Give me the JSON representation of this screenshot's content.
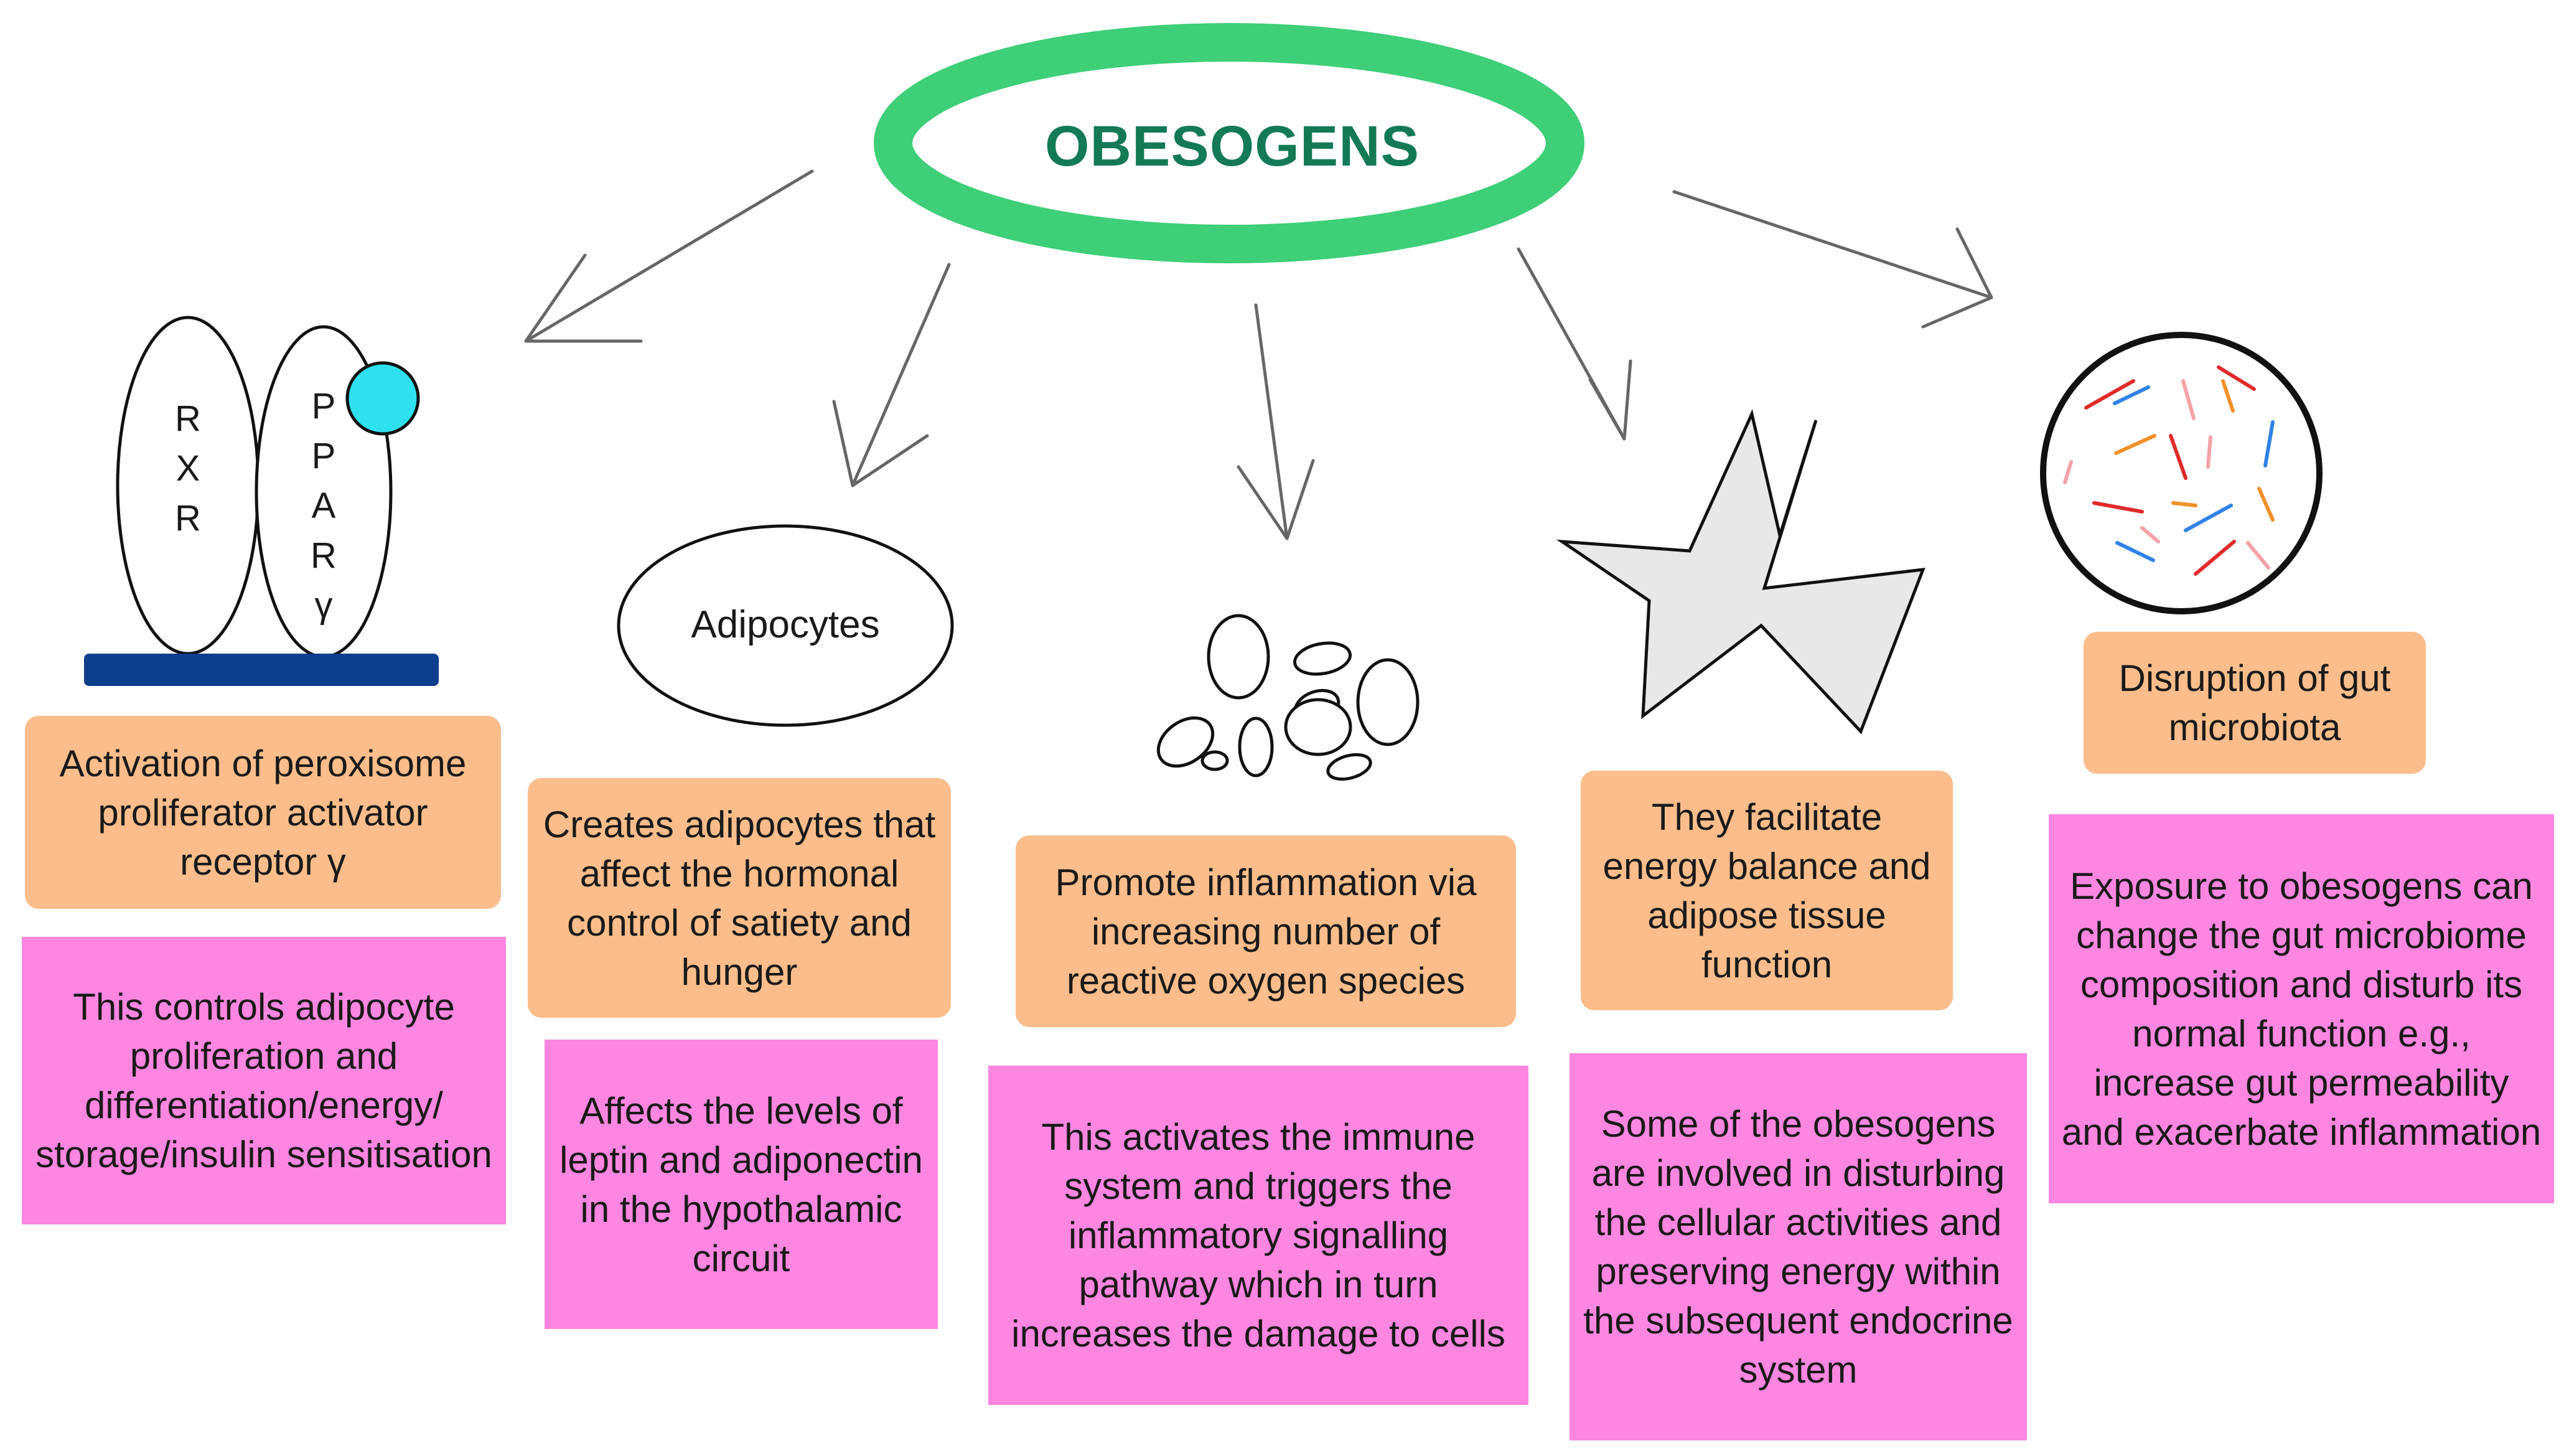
{
  "title": "OBESOGENS",
  "icons": {
    "receptor_left": "RXR",
    "receptor_right": "PPARγ",
    "adipocyte_label": "Adipocytes",
    "names": [
      "receptor-complex-icon",
      "adipocyte-cell-icon",
      "ros-particles-icon",
      "energy-star-icon",
      "petri-dish-microbiota-icon"
    ]
  },
  "colors": {
    "title_ring": "#3ecf78",
    "title_text": "#137a55",
    "orange_box": "#fbbd8b",
    "pink_box": "#fd86e1",
    "ligand": "#2fe0ee",
    "receptor_base": "#0e3f8c",
    "star_fill": "#e8e8e8"
  },
  "columns": [
    {
      "effect": "Activation of peroxisome proliferator activator receptor γ",
      "detail": "This controls adipocyte proliferation and differentiation/energy/ storage/insulin sensitisation"
    },
    {
      "effect": "Creates adipocytes that affect the hormonal control of satiety and hunger",
      "detail": "Affects the levels of leptin and adiponectin in the hypothalamic circuit"
    },
    {
      "effect": "Promote inflammation via increasing number of reactive oxygen species",
      "detail": "This activates the immune system and triggers the inflammatory signalling pathway which in turn increases the damage to cells"
    },
    {
      "effect": "They facilitate energy balance and adipose tissue function",
      "detail": "Some of the obesogens are involved in disturbing the cellular activities and preserving energy within the subsequent endocrine system"
    },
    {
      "effect": "Disruption of gut microbiota",
      "detail": "Exposure to obesogens can change the gut microbiome composition and disturb its normal function e.g., increase gut permeability and exacerbate inflammation"
    }
  ]
}
